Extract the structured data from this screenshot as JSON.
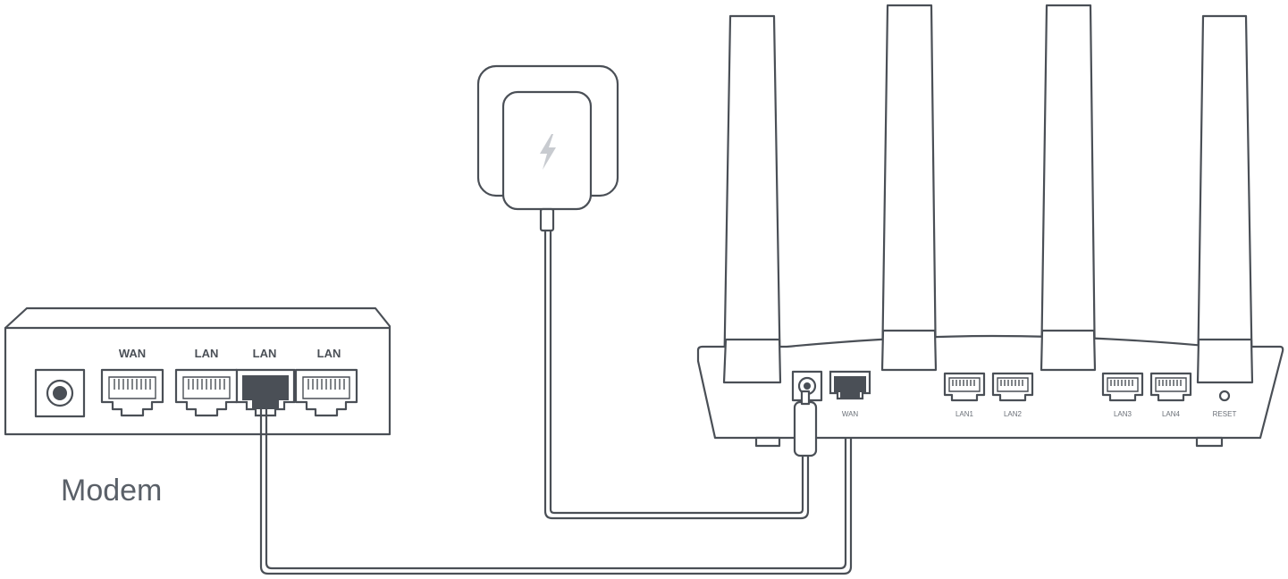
{
  "modem": {
    "label": "Modem",
    "ports": {
      "wan": "WAN",
      "lan1": "LAN",
      "lan2": "LAN",
      "lan3": "LAN"
    }
  },
  "router": {
    "ports": {
      "wan": "WAN",
      "lan1": "LAN1",
      "lan2": "LAN2",
      "lan3": "LAN3",
      "lan4": "LAN4",
      "reset": "RESET"
    }
  },
  "colors": {
    "line": "#4a4f56",
    "highlight_port": "#4a4f56",
    "power_icon": "#c8cbd0"
  },
  "icons": {
    "power_adapter": "lightning-bolt-icon"
  }
}
